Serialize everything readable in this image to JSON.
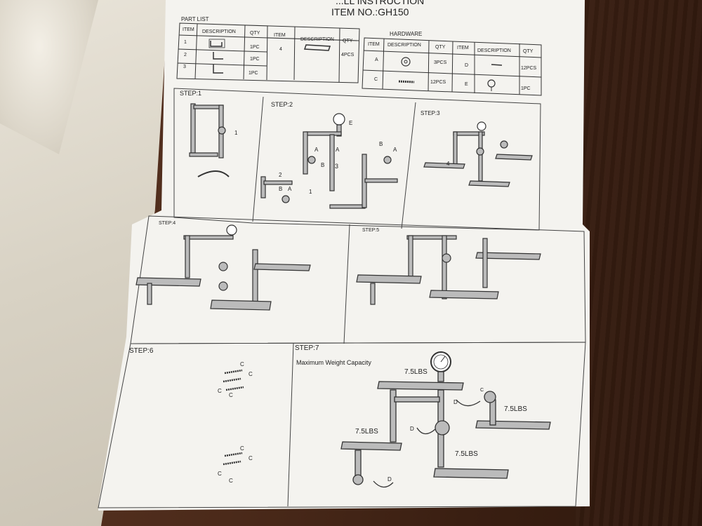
{
  "header": {
    "title_partial": "...LL INSTRUCTION",
    "item_no": "ITEM NO.:GH150"
  },
  "part_list": {
    "title": "PART LIST",
    "headers": [
      "ITEM",
      "DESCRIPTION",
      "QTY",
      "ITEM",
      "DESCRIPTION",
      "QTY"
    ],
    "items": [
      {
        "item": "1",
        "qty": "1PC"
      },
      {
        "item": "2",
        "qty": "1PC"
      },
      {
        "item": "3",
        "qty": "1PC"
      },
      {
        "item": "4",
        "qty": "4PCS"
      }
    ]
  },
  "hardware": {
    "title": "HARDWARE",
    "headers": [
      "ITEM",
      "DESCRIPTION",
      "QTY",
      "ITEM",
      "DESCRIPTION",
      "QTY"
    ],
    "items": [
      {
        "item": "A",
        "qty": "3PCS"
      },
      {
        "item": "C",
        "qty": "12PCS"
      },
      {
        "item": "D",
        "qty": "12PCS"
      },
      {
        "item": "E",
        "qty": "1PC"
      }
    ]
  },
  "steps": {
    "s1": "STEP:1",
    "s2": "STEP:2",
    "s3": "STEP:3",
    "s4": "STEP:4",
    "s5": "STEP:5",
    "s6": "STEP:6",
    "s7": "STEP:7",
    "capacity": "Maximum Weight Capacity",
    "weight": "7.5LBS"
  },
  "labels": {
    "one": "1",
    "two": "2",
    "three": "3",
    "four": "4",
    "a": "A",
    "b": "B",
    "c": "C",
    "d": "D",
    "e": "E"
  }
}
